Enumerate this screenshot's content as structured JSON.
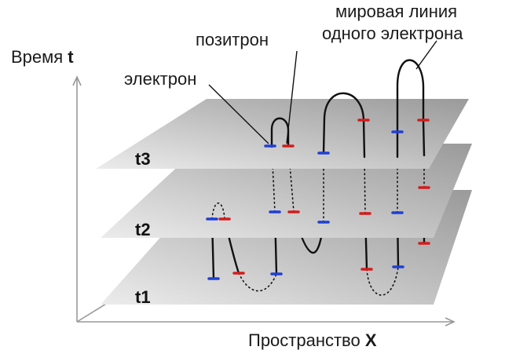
{
  "labels": {
    "time_axis_prefix": "Время ",
    "time_axis_var": "t",
    "space_axis_prefix": "Пространство ",
    "space_axis_var": "X",
    "electron": "электрон",
    "positron": "позитрон",
    "worldline_line1": "мировая линия",
    "worldline_line2": "одного электрона"
  },
  "planes": [
    {
      "label": "t1"
    },
    {
      "label": "t2"
    },
    {
      "label": "t3"
    }
  ],
  "colors": {
    "electron_marker": "#1f3fd6",
    "positron_marker": "#d41c1c",
    "plane_light": "#e9e9e9",
    "plane_dark": "#9a9a9a",
    "axis": "#999999",
    "worldline": "#111111"
  }
}
